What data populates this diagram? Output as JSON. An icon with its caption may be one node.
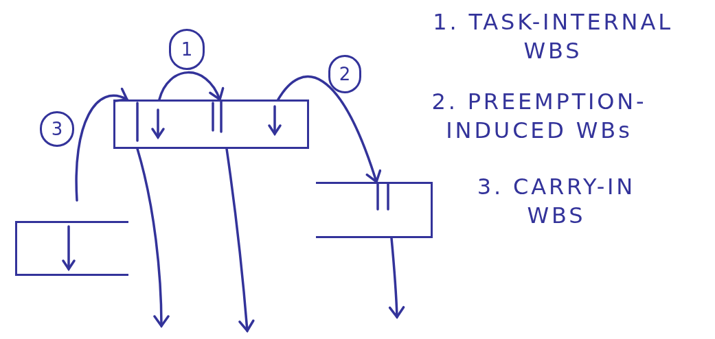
{
  "diagram": {
    "nodes": [
      {
        "text": [
          "1"
        ]
      },
      {
        "text": [
          "2"
        ]
      },
      {
        "text": [
          "3"
        ]
      },
      {
        "text": [],
        "shape": "bar"
      },
      {
        "text": [],
        "shape": "bar"
      },
      {
        "text": [],
        "shape": "bar"
      }
    ],
    "edges": [
      {
        "from": 3,
        "to": 3,
        "arrow": "to"
      },
      {
        "from": 3,
        "to": 5,
        "arrow": "to"
      },
      {
        "from": null,
        "to": 3,
        "arrow": "to"
      },
      {
        "from": 3,
        "to": null,
        "arrow": "to"
      },
      {
        "from": 3,
        "to": null,
        "arrow": "to"
      },
      {
        "from": 5,
        "to": null,
        "arrow": "to"
      }
    ],
    "labels": [
      "1. TASK-INTERNAL WBS",
      "2. PREEMPTION-INDUCED WBs",
      "3. CARRY-IN WBS"
    ]
  }
}
